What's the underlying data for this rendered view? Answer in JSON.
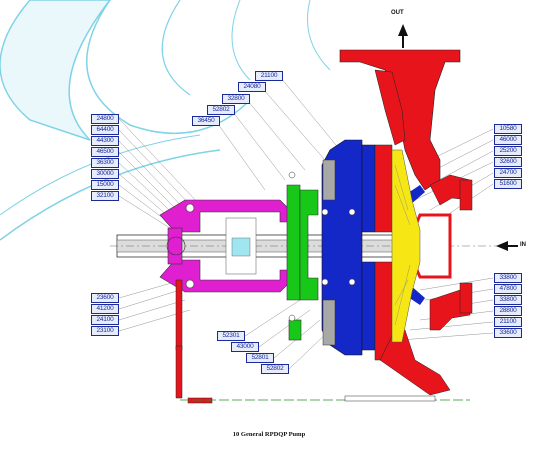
{
  "caption": "10 General RPDQP Pump",
  "flow": {
    "out": "OUT",
    "in": "IN"
  },
  "colors": {
    "casing": "#e8141c",
    "impeller": "#f5e614",
    "cover": "#1428c8",
    "bracket": "#18c818",
    "bearing_housing": "#e020d0",
    "label_border": "#1a2a9a",
    "label_fill": "#e6ecfb",
    "background_arc": "#7fd3e6"
  },
  "labels": {
    "top": [
      "21100",
      "24080",
      "32800",
      "52802",
      "36450"
    ],
    "left_upper": [
      "24800",
      "64400",
      "44300",
      "46500",
      "36300",
      "30000",
      "15000",
      "32100"
    ],
    "left_lower": [
      "23600",
      "41200",
      "24100",
      "23100"
    ],
    "bottom": [
      "52301",
      "43000",
      "52801",
      "52802"
    ],
    "right_upper": [
      "10580",
      "46000",
      "25200",
      "32600",
      "24700",
      "51600"
    ],
    "right_lower": [
      "33800",
      "47800",
      "33800",
      "28800",
      "21100",
      "33600"
    ]
  }
}
